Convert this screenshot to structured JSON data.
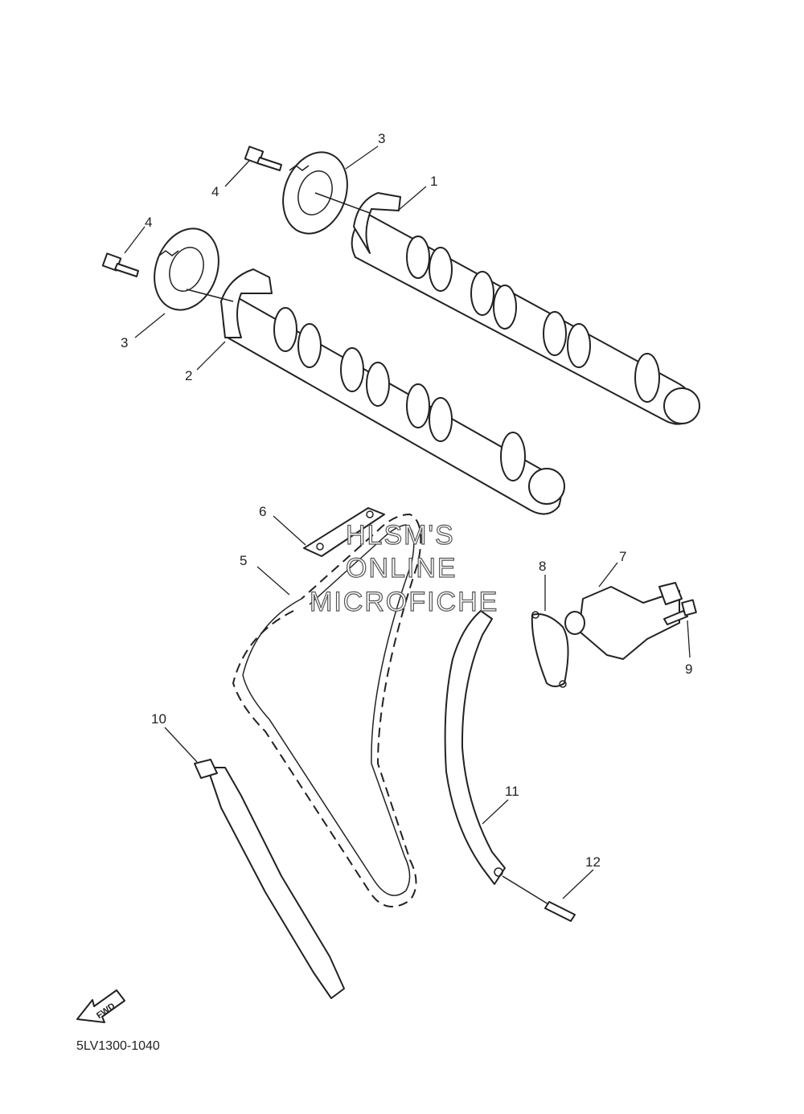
{
  "diagram": {
    "code": "5LV1300-1040",
    "fwd_label": "FWD",
    "callouts": [
      "1",
      "2",
      "3",
      "3",
      "4",
      "4",
      "5",
      "6",
      "7",
      "8",
      "9",
      "10",
      "11",
      "12"
    ]
  },
  "watermark": {
    "line1": "HLSM'S",
    "line2": "ONLINE",
    "line3": "MICROFICHE"
  }
}
